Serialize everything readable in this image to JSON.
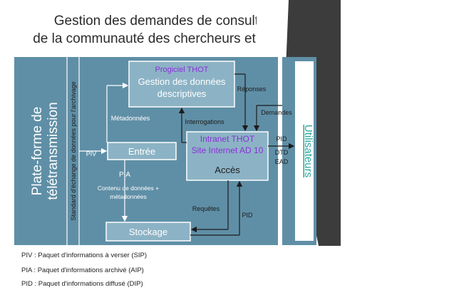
{
  "title": {
    "line1": "Gestion des demandes de consultation",
    "line2": "de la communauté des chercheurs et citoyens"
  },
  "left_band": {
    "platform_line1": "Plate-forme de",
    "platform_line2": "télétransmission",
    "standard": "Standard d'échange de données pour l'archivage"
  },
  "boxes": {
    "progiciel_line1": "Progiciel THOT",
    "progiciel_line2": "Gestion des données",
    "progiciel_line3": "descriptives",
    "entree": "Entrée",
    "stockage": "Stockage",
    "intranet_line1": "Intranet THOT",
    "intranet_line2": "Site Internet AD 10",
    "acces": "Accès",
    "utilisateurs": "Utilisateurs"
  },
  "arrow_labels": {
    "metadonnees": "Métadonnées",
    "piv": "PIV",
    "pia": "PIA",
    "contenu_line1": "Contenu de données +",
    "contenu_line2": "métadonnées",
    "interrogations": "Interrogations",
    "reponses": "Réponses",
    "demandes": "Demandes",
    "requetes": "Requêtes",
    "pid_bottom": "PID",
    "pid_right": "PID",
    "dtd": "DTD",
    "ead": "EAD"
  },
  "legend": {
    "piv": "PIV : Paquet d'informations à verser (SIP)",
    "pia": "PIA : Paquet d'informations archivé (AIP)",
    "pid": "PID : Paquet d'informations diffusé (DIP)"
  },
  "colors": {
    "panel": "#5f8fa6",
    "box": "#8cb3c5",
    "box_border": "#ffffff",
    "purple": "#8b2fd8",
    "utilisateurs": "#2aa59a",
    "dark_band": "#3c3c3c"
  }
}
